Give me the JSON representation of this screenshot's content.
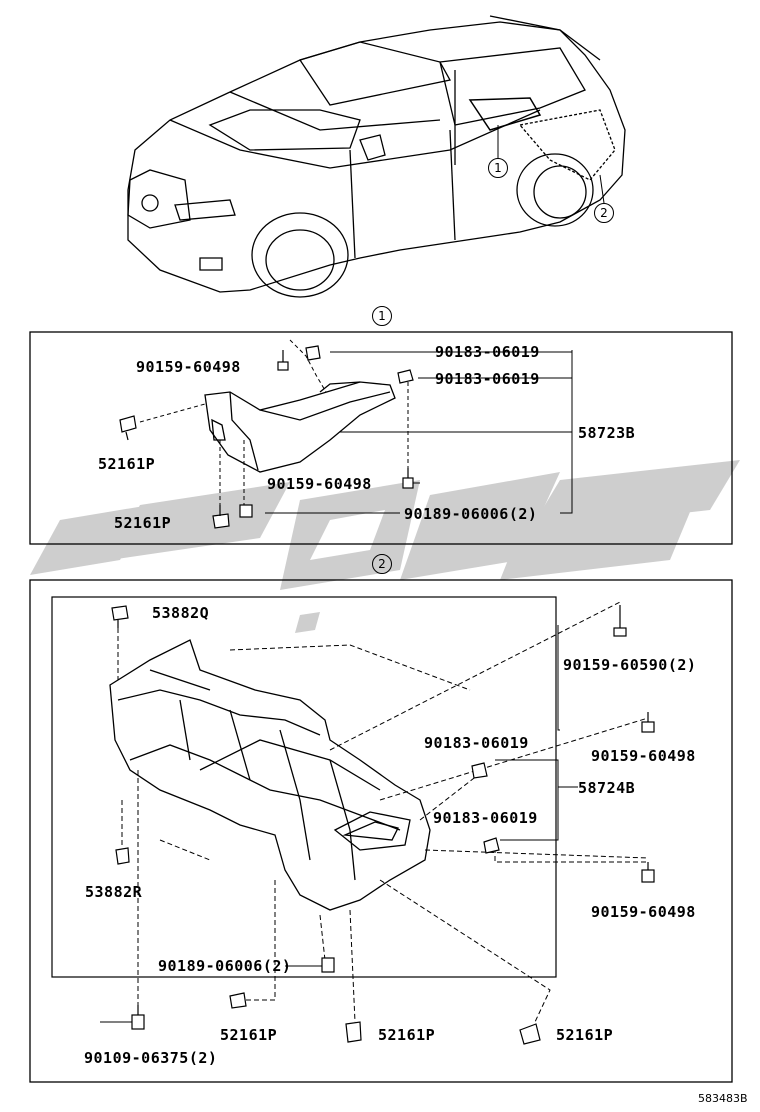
{
  "diagram_code": "583483B",
  "callouts": {
    "one": "1",
    "two": "2"
  },
  "section1": {
    "callout": "1",
    "part_number": "58723B",
    "labels": {
      "screw_top": "90159-60498",
      "grommet_top": "90183-06019",
      "grommet_mid": "90183-06019",
      "clip_left": "52161P",
      "screw_mid": "90159-60498",
      "clip_bottom": "52161P",
      "nut_bottom": "90189-06006(2)"
    }
  },
  "section2": {
    "callout": "2",
    "part_number": "58724B",
    "labels": {
      "bolt_top_left": "53882Q",
      "screw_top_right": "90159-60590(2)",
      "grommet_a": "90183-06019",
      "screw_right_a": "90159-60498",
      "grommet_b": "90183-06019",
      "bolt_left": "53882R",
      "screw_right_b": "90159-60498",
      "nut_bottom": "90189-06006(2)",
      "bolt_bottom_left": "90109-06375(2)",
      "clip_a": "52161P",
      "clip_b": "52161P",
      "clip_c": "52161P"
    }
  },
  "watermark": {
    "color": "#c8c8c8"
  },
  "icons": [
    "vehicle-illustration",
    "fender-liner-part",
    "engine-under-cover-part",
    "clip-icon",
    "screw-icon",
    "nut-icon",
    "grommet-icon",
    "bolt-icon"
  ]
}
